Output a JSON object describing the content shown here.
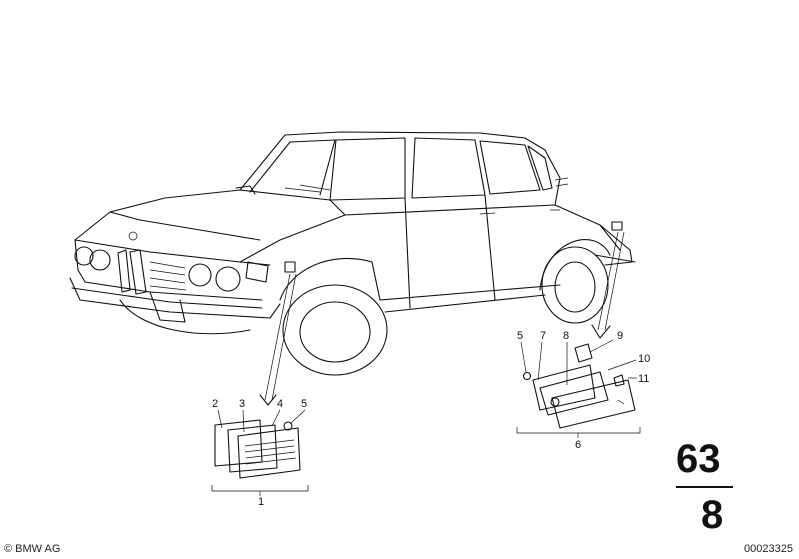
{
  "diagram": {
    "main_group": "63",
    "sub_group": "8",
    "callouts": [
      "1",
      "2",
      "3",
      "4",
      "5",
      "5",
      "6",
      "7",
      "8",
      "9",
      "10",
      "11"
    ]
  },
  "footer": {
    "copyright": "© BMW AG",
    "document_number": "00023325"
  }
}
